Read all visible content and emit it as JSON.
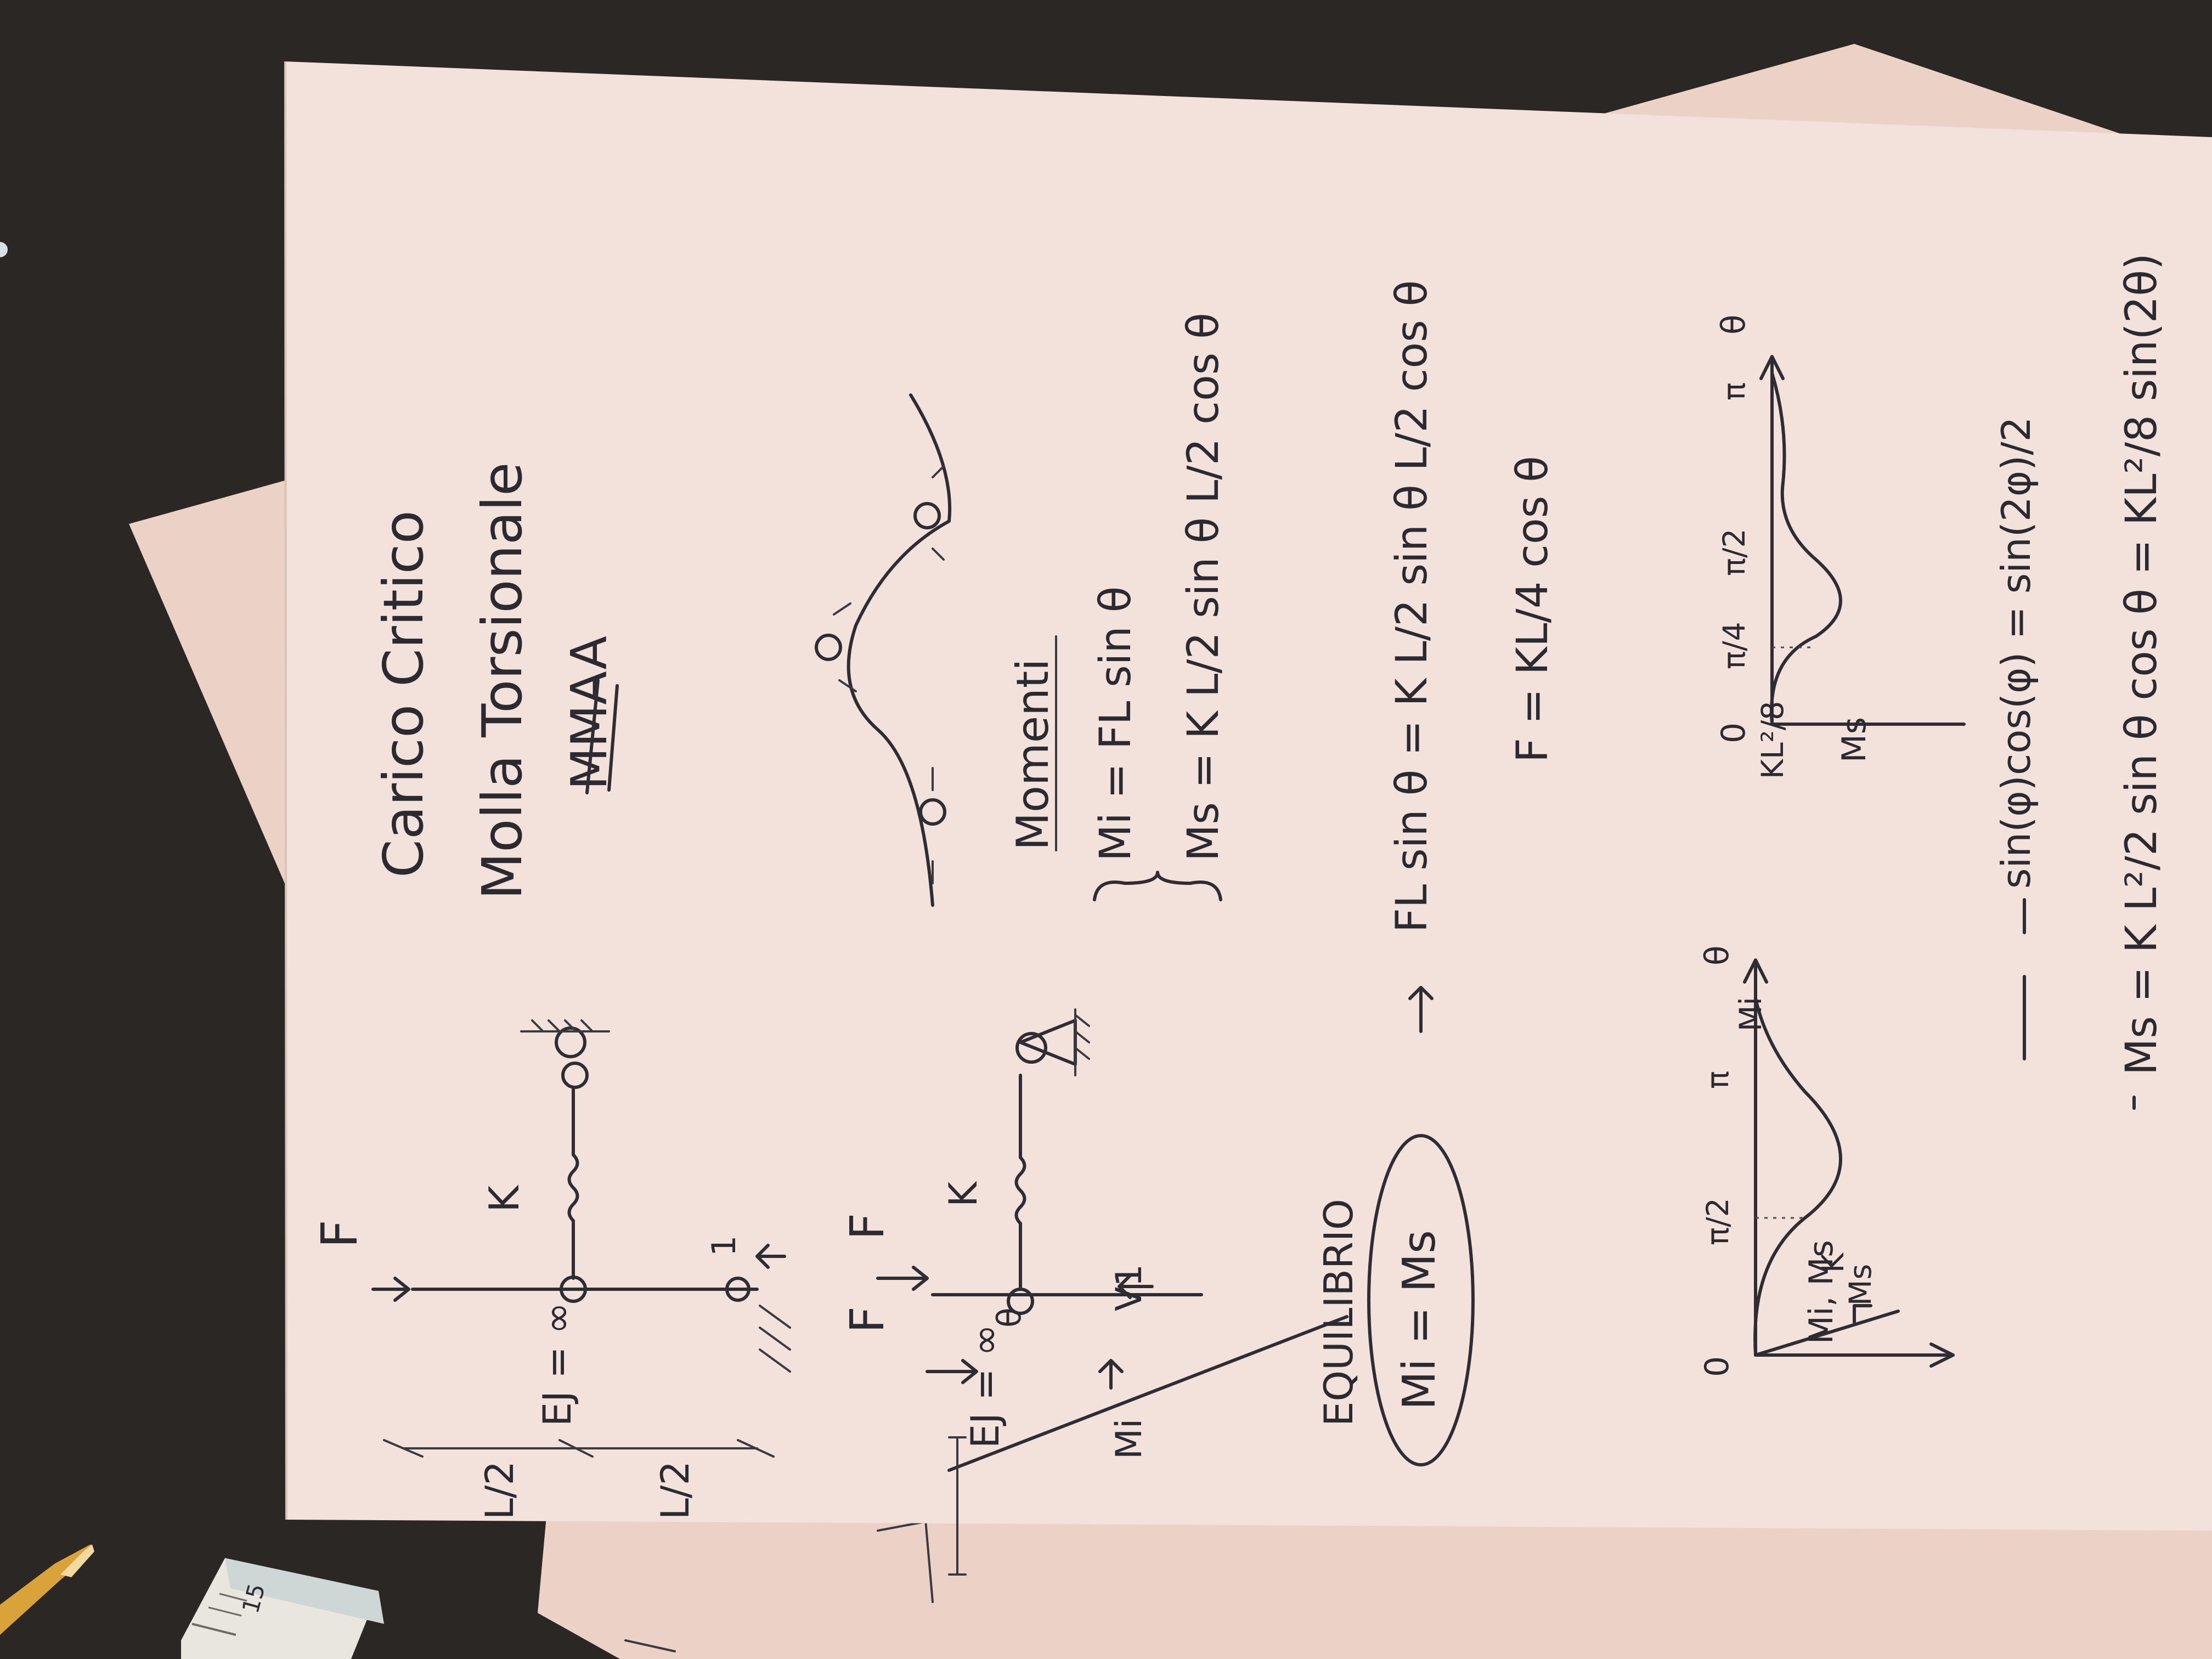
{
  "colors": {
    "background": "#2b2725",
    "paper_top": "#f3e2db",
    "paper_bottom": "#efd6cb",
    "ink": "#2b2a30",
    "ruler": "#e9e6e0",
    "pen": "#d9a33a"
  },
  "ruler": {
    "mark_15": "15"
  },
  "notes": {
    "title": "Carico Critico",
    "subtitle": "Molla Torsionale",
    "crossed_word": "MMAA",
    "beam": {
      "load_top": "F",
      "stiffness_top": "K",
      "ej_inf_top": "EJ = ∞",
      "half_length_1": "L/2",
      "half_length_2": "L/2",
      "reaction_1": "1",
      "load_left": "F",
      "load_right": "F",
      "stiffness_bottom": "K",
      "ej_inf_bottom": "EJ = ∞",
      "angle": "θ",
      "moment_label": "Mi",
      "v_label": "V1"
    },
    "stability": {
      "moments_heading": "Momenti",
      "mi_equation": "Mi = FL sin θ",
      "ms_equation": "Ms = K L/2 sin θ L/2 cos θ"
    },
    "equilibrium": {
      "heading": "EQUILIBRIO",
      "boxed": "Mi = Ms",
      "equation": "FL sin θ = K L/2 sin θ L/2 cos θ",
      "result": "F = KL/4 cos θ"
    },
    "plot_left": {
      "axis_y": "Mi, Ms",
      "ms": "Ms",
      "k": "K",
      "mi": "Mi",
      "origin": "0",
      "half_pi": "π/2",
      "pi": "π",
      "theta": "θ"
    },
    "plot_right": {
      "axis_y": "Ms",
      "peak": "KL²/8",
      "origin": "0",
      "quarter_pi": "π/4",
      "half_pi": "π/2",
      "pi": "π",
      "theta": "θ"
    },
    "trig": {
      "identity": "sin(φ)cos(φ) = sin(2φ)/2",
      "final": "Ms = K L²/2 sin θ cos θ = KL²/8 sin(2θ)"
    }
  }
}
